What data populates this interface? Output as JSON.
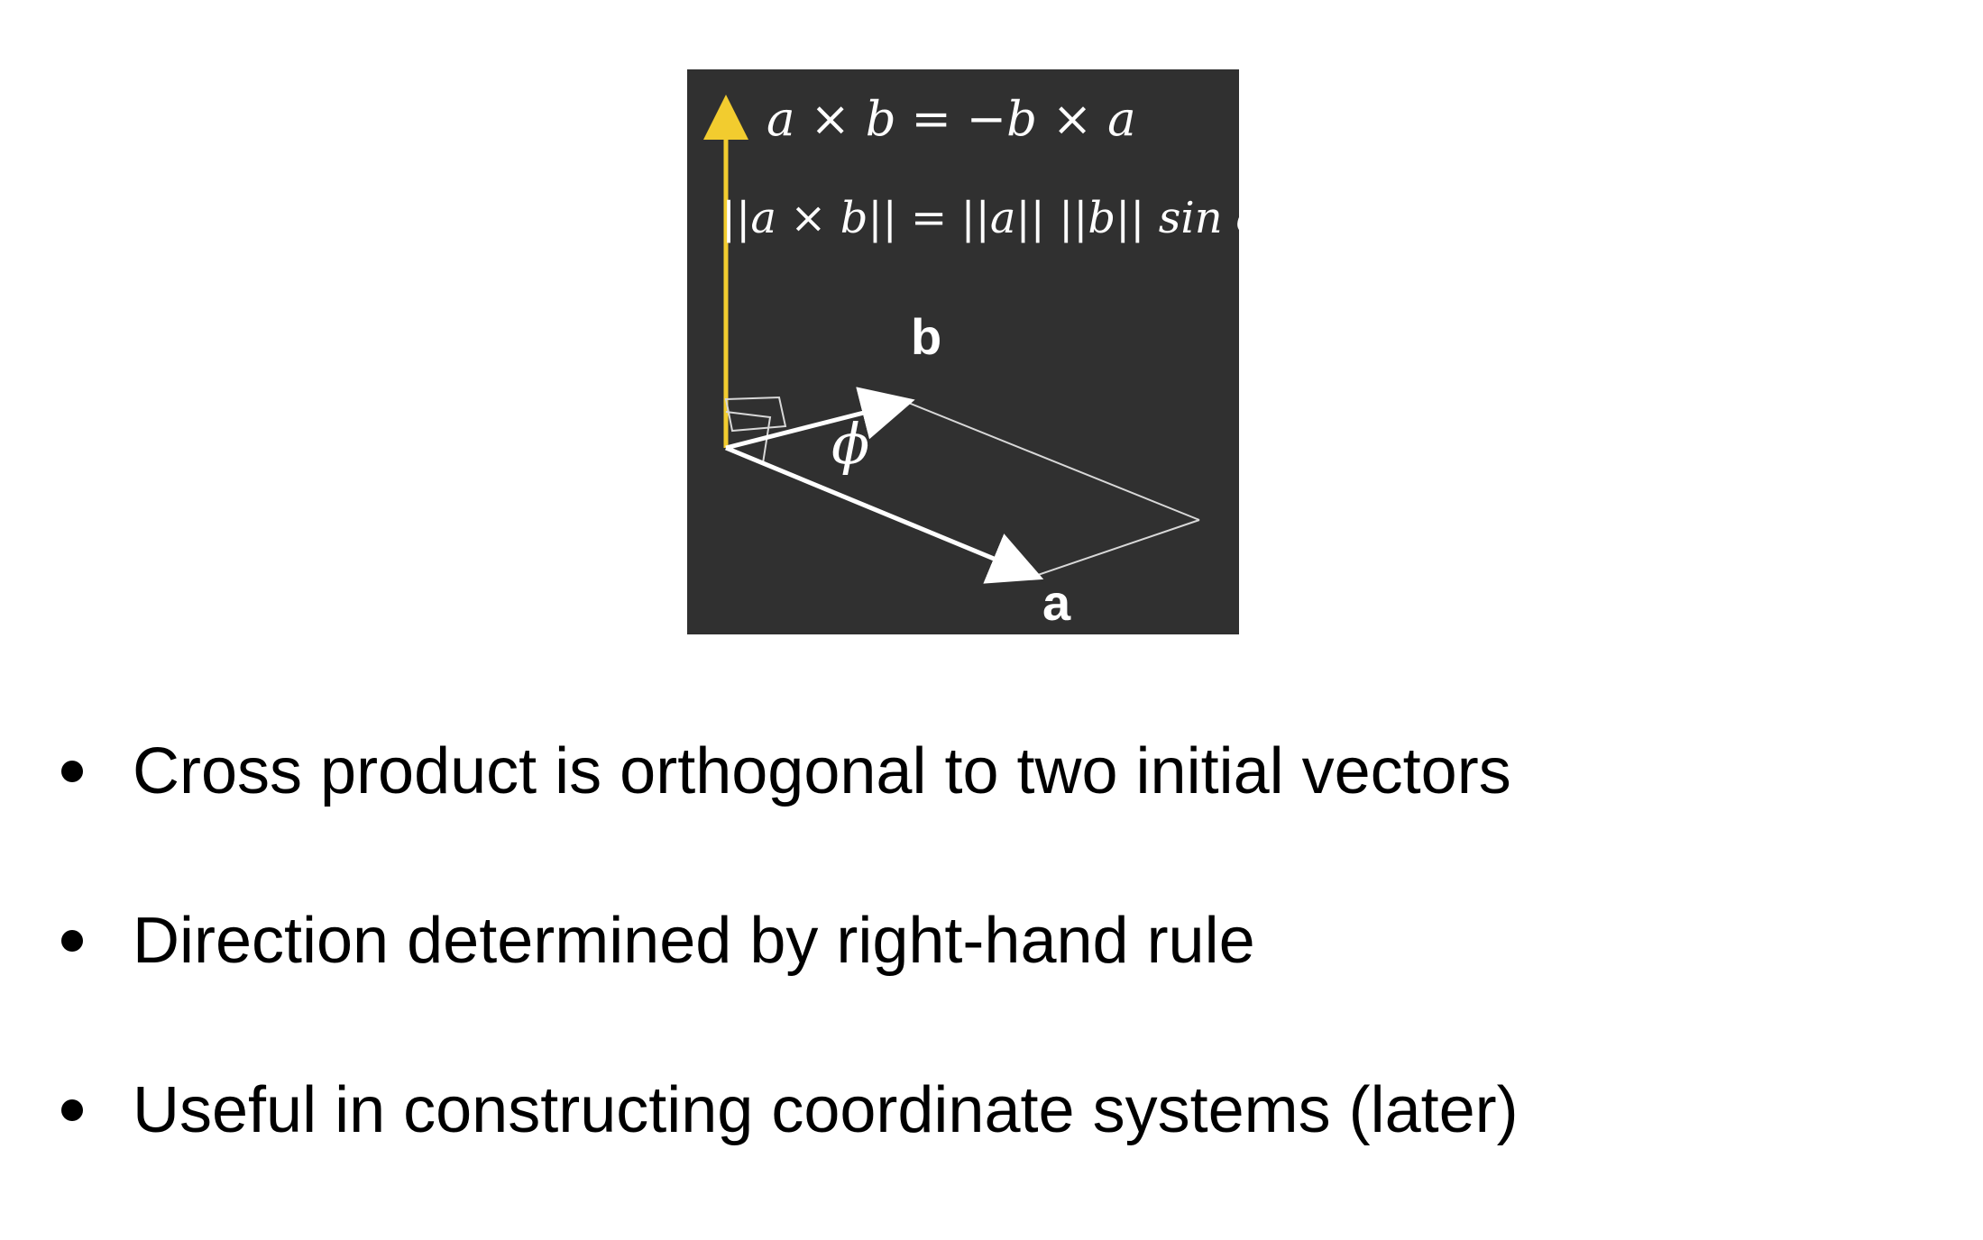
{
  "diagram": {
    "equation_1": "a × b = −b × a",
    "equation_2": "||a × b|| = ||a|| ||b|| sin ϕ",
    "label_b": "b",
    "label_a": "a",
    "angle_label": "ϕ",
    "colors": {
      "panel_background": "#303030",
      "result_vector": "#f2cc2f",
      "vectors": "#ffffff",
      "parallelogram_edges": "#d8d8d8"
    }
  },
  "bullets": [
    "Cross product is orthogonal to two initial vectors",
    "Direction determined by right-hand rule",
    "Useful in constructing coordinate systems (later)"
  ]
}
